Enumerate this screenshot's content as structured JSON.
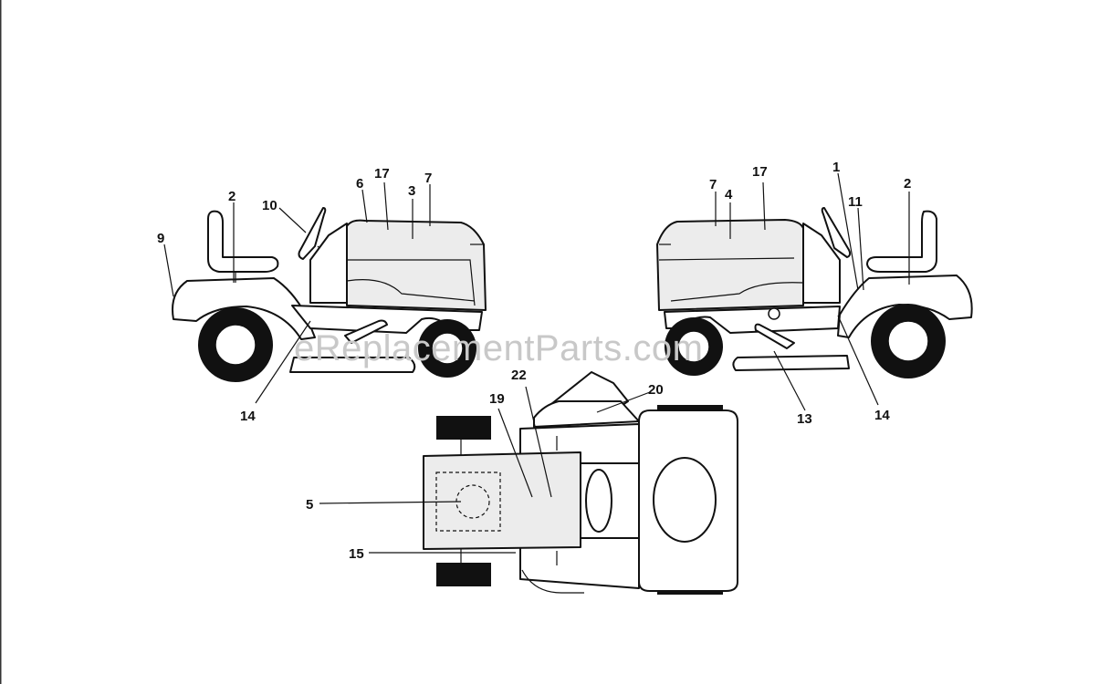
{
  "watermark": "eReplacementParts.com",
  "callouts": {
    "left_tractor": {
      "c9": "9",
      "c2": "2",
      "c10": "10",
      "c6": "6",
      "c17": "17",
      "c3": "3",
      "c7": "7",
      "c14": "14"
    },
    "right_tractor": {
      "c7": "7",
      "c4": "4",
      "c17": "17",
      "c1": "1",
      "c11": "11",
      "c2": "2",
      "c13": "13",
      "c14": "14"
    },
    "top_view": {
      "c22": "22",
      "c19": "19",
      "c20": "20",
      "c5": "5",
      "c15": "15"
    }
  },
  "colors": {
    "line": "#111111",
    "decal_fill": "#ececec",
    "watermark": "#c8c8c8"
  }
}
